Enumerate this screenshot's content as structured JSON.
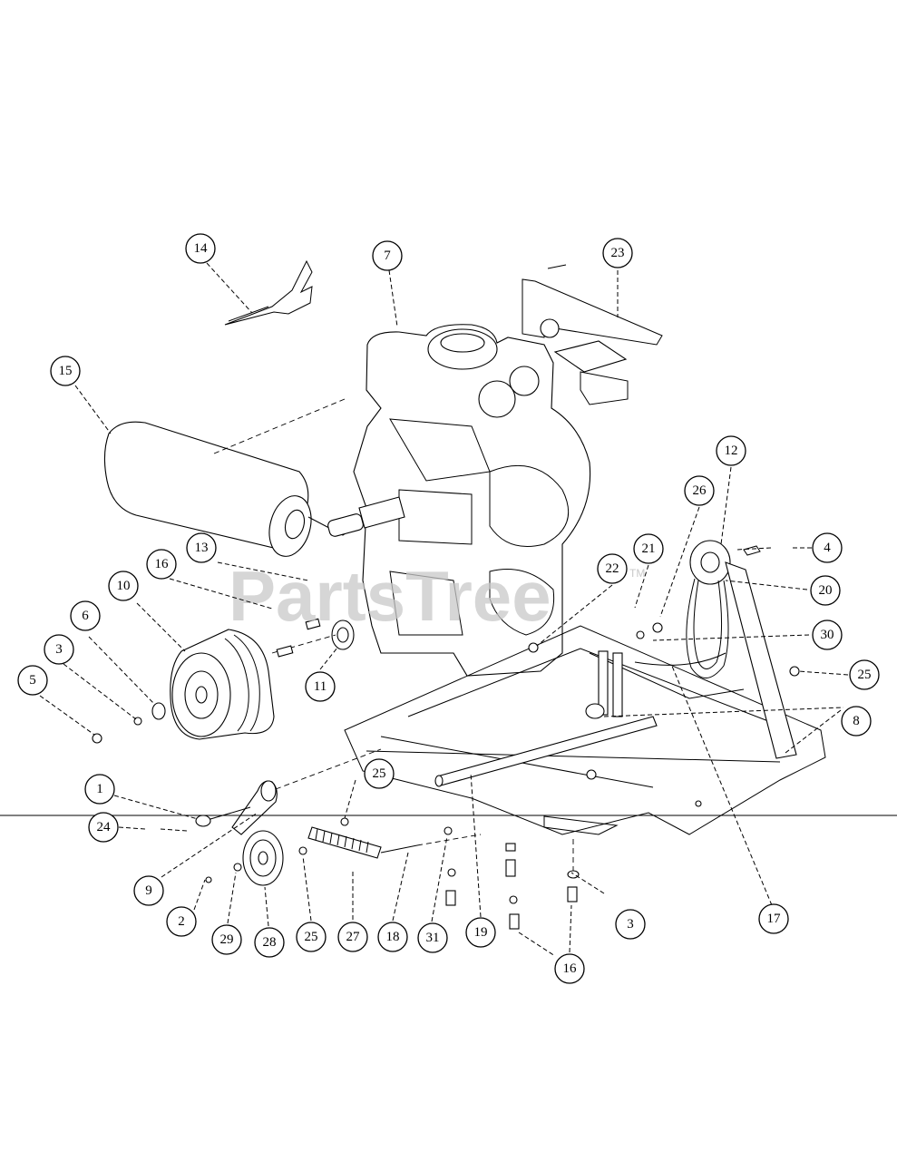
{
  "watermark": {
    "text": "PartsTree",
    "tm": "TM"
  },
  "callouts": [
    {
      "label": "14"
    },
    {
      "label": "7"
    },
    {
      "label": "23"
    },
    {
      "label": "15"
    },
    {
      "label": "12"
    },
    {
      "label": "26"
    },
    {
      "label": "21"
    },
    {
      "label": "4"
    },
    {
      "label": "13"
    },
    {
      "label": "22"
    },
    {
      "label": "20"
    },
    {
      "label": "16"
    },
    {
      "label": "10"
    },
    {
      "label": "30"
    },
    {
      "label": "6"
    },
    {
      "label": "3"
    },
    {
      "label": "25"
    },
    {
      "label": "5"
    },
    {
      "label": "11"
    },
    {
      "label": "8"
    },
    {
      "label": "25"
    },
    {
      "label": "1"
    },
    {
      "label": "24"
    },
    {
      "label": "9"
    },
    {
      "label": "3"
    },
    {
      "label": "17"
    },
    {
      "label": "2"
    },
    {
      "label": "29"
    },
    {
      "label": "28"
    },
    {
      "label": "25"
    },
    {
      "label": "27"
    },
    {
      "label": "18"
    },
    {
      "label": "31"
    },
    {
      "label": "19"
    },
    {
      "label": "16"
    }
  ]
}
